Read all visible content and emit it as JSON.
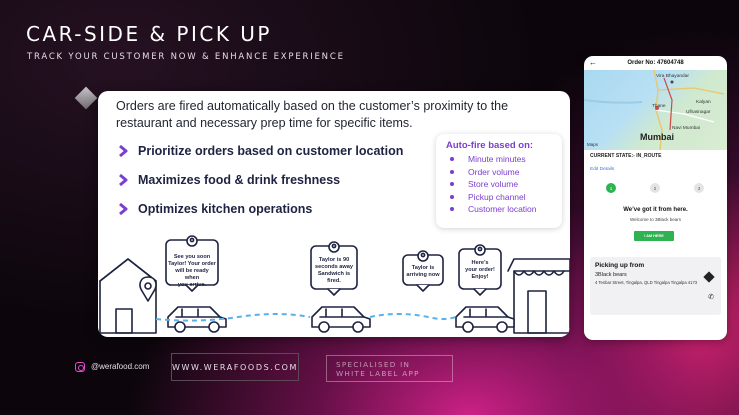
{
  "slide": {
    "title": "CAR-SIDE & PICK UP",
    "subtitle": "TRACK YOUR CUSTOMER NOW & ENHANCE EXPERIENCE"
  },
  "card": {
    "intro": "Orders are fired automatically based on the customer’s proximity to the restaurant and necessary prep time for specific items.",
    "bullets": [
      "Prioritize orders based on customer location",
      "Maximizes food & drink freshness",
      "Optimizes kitchen operations"
    ],
    "autofire": {
      "title": "Auto-fire based on:",
      "items": [
        "Minute minutes",
        "Order volume",
        "Store volume",
        "Pickup channel",
        "Customer location"
      ]
    },
    "bubbles": [
      [
        "See you soon",
        "Taylor! Your order",
        "will be ready when",
        "you arrive."
      ],
      [
        "Taylor is 90",
        "seconds away",
        "Sandwich is fired."
      ],
      [
        "Taylor is",
        "arriving now"
      ],
      [
        "Here’s",
        "your order!",
        "Enjoy!"
      ]
    ]
  },
  "footer": {
    "handle": "@werafood.com",
    "website": "WWW.WERAFOODS.COM",
    "specialised_line1": "SPECIALISED IN",
    "specialised_line2": "WHITE LABEL APP"
  },
  "phone": {
    "order_title": "Order No: 47604748",
    "map_labels": [
      "Vira Bhayandar",
      "Thane",
      "Kalyan",
      "Ulhasnagar",
      "Navi Mumbai"
    ],
    "map_city": "Mumbai",
    "map_brand": "Maps",
    "current_state": "CURRENT STATE:- IN_ROUTE",
    "edit_details": "Edit Details",
    "steps": [
      "1",
      "2",
      "3"
    ],
    "got_it": "We’ve got it from here.",
    "welcome": "Welcome to 3Black bears",
    "here_button": "I AM HERE",
    "pickup_title": "Picking up from",
    "pickup_name": "3Black bears",
    "pickup_address": "4 Tenbar Street, Tingalpa, QLD Tingalpa Tingalpa 4173"
  },
  "colors": {
    "accent_purple": "#7b3fd0",
    "navy": "#1d2340",
    "pink_glow": "#d6228c",
    "green_button": "#2fb352"
  }
}
